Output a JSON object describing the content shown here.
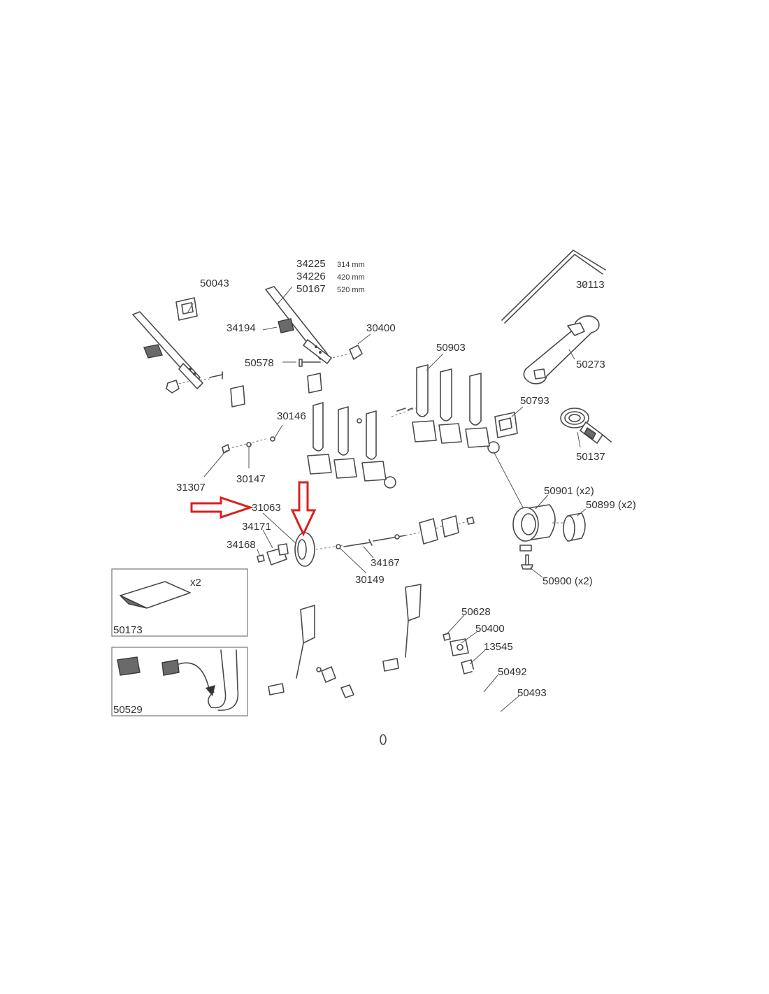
{
  "parts": {
    "p50043": "50043",
    "p34225": "34225",
    "p34225_size": "314 mm",
    "p34226": "34226",
    "p34226_size": "420 mm",
    "p50167": "50167",
    "p50167_size": "520 mm",
    "p34194": "34194",
    "p30400": "30400",
    "p50578": "50578",
    "p30113": "30113",
    "p50273": "50273",
    "p50903": "50903",
    "p50793": "50793",
    "p50137": "50137",
    "p30146": "30146",
    "p31307": "31307",
    "p30147": "30147",
    "p31063": "31063",
    "p34171": "34171",
    "p34168": "34168",
    "p34167": "34167",
    "p30149": "30149",
    "p50901": "50901 (x2)",
    "p50899": "50899 (x2)",
    "p50900": "50900 (x2)",
    "p50173": "50173",
    "p50173_qty": "x2",
    "p50529": "50529",
    "p50628": "50628",
    "p50400": "50400",
    "p13545": "13545",
    "p50492": "50492",
    "p50493": "50493"
  },
  "highlight_color": "#d9201f"
}
